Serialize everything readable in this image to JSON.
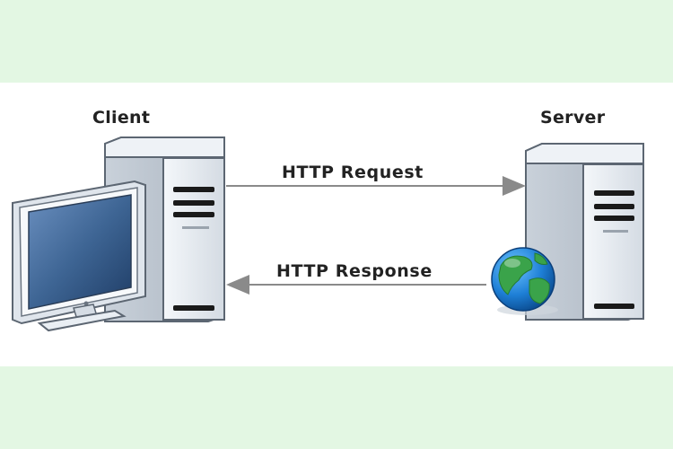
{
  "diagram": {
    "client": {
      "title": "Client"
    },
    "server": {
      "title": "Server"
    },
    "request": {
      "label": "HTTP Request",
      "direction": "client-to-server"
    },
    "response": {
      "label": "HTTP Response",
      "direction": "server-to-client"
    }
  },
  "colors": {
    "background_band": "#e3f7e3",
    "panel": "#ffffff",
    "arrow": "#8a8a8a",
    "tower_body": "#e4e9ef",
    "monitor_screen": "#3b5f8f",
    "globe_ocean": "#1e7fd6",
    "globe_land": "#3aa34a"
  }
}
